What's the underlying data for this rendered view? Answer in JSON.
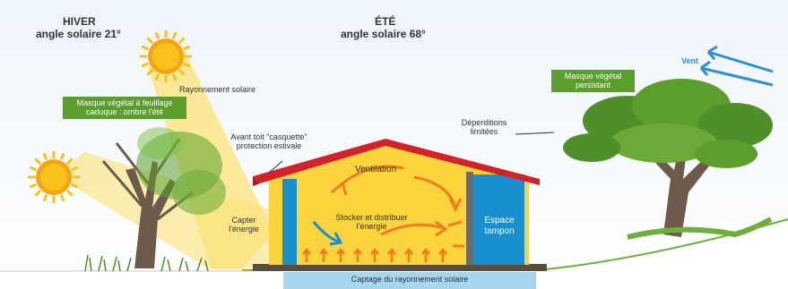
{
  "labels": {
    "winter_title": "HIVER",
    "winter_angle": "angle solaire 21°",
    "summer_title": "ÉTÉ",
    "summer_angle": "angle solaire 68°",
    "solar_radiation": "Rayonnement solaire",
    "deciduous_mask": "Masque végétal à feuillage\ncaduque : ombre l'été",
    "roof_overhang": "Avant toit \"casquette\"\nprotection estivale",
    "heat_loss": "Déperditions\nlimitées",
    "persistent_mask": "Masque végétal\npersistant",
    "wind": "Vent",
    "ventilation": "Ventilation",
    "capture_energy": "Capter\nl'énergie",
    "store_distribute": "Stocker et distribuer\nl'énergie",
    "buffer_space": "Espace\ntampon",
    "solar_capture": "Captage du rayonnement solaire"
  },
  "colors": {
    "sun": "#f7c21b",
    "sun_core": "#f6a510",
    "light_beam": "#fbe27a",
    "house_interior": "#fbd33c",
    "roof": "#d3232a",
    "wall": "#5a5a5a",
    "buffer_blue": "#1a8fd0",
    "arrow_orange": "#f07d1e",
    "arrow_blue": "#1a8fd0",
    "foliage": "#5b9e2e",
    "trunk": "#6d5a4a",
    "sky": "#dcecf7",
    "wind": "#2f8fd0"
  }
}
